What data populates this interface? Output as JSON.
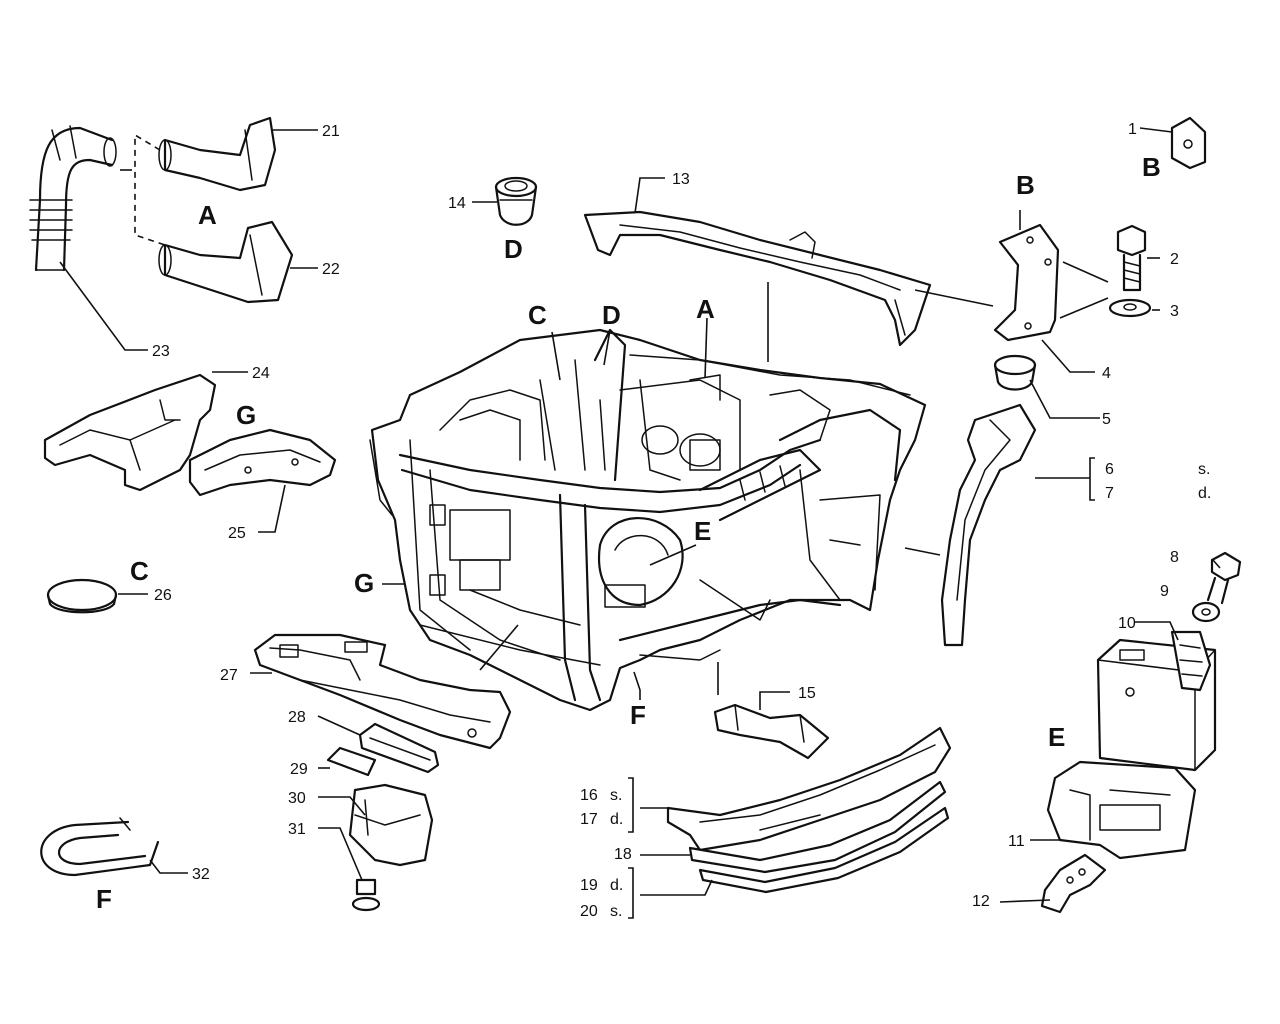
{
  "diagram": {
    "part_numbers": [
      "1",
      "2",
      "3",
      "4",
      "5",
      "6",
      "7",
      "8",
      "9",
      "10",
      "11",
      "12",
      "13",
      "14",
      "15",
      "16",
      "17",
      "18",
      "19",
      "20",
      "21",
      "22",
      "23",
      "24",
      "25",
      "26",
      "27",
      "28",
      "29",
      "30",
      "31",
      "32"
    ],
    "detail_letters": {
      "A": "A",
      "B": "B",
      "C": "C",
      "D": "D",
      "E": "E",
      "F": "F",
      "G": "G"
    },
    "side_labels": {
      "s": "s.",
      "d": "d."
    }
  }
}
